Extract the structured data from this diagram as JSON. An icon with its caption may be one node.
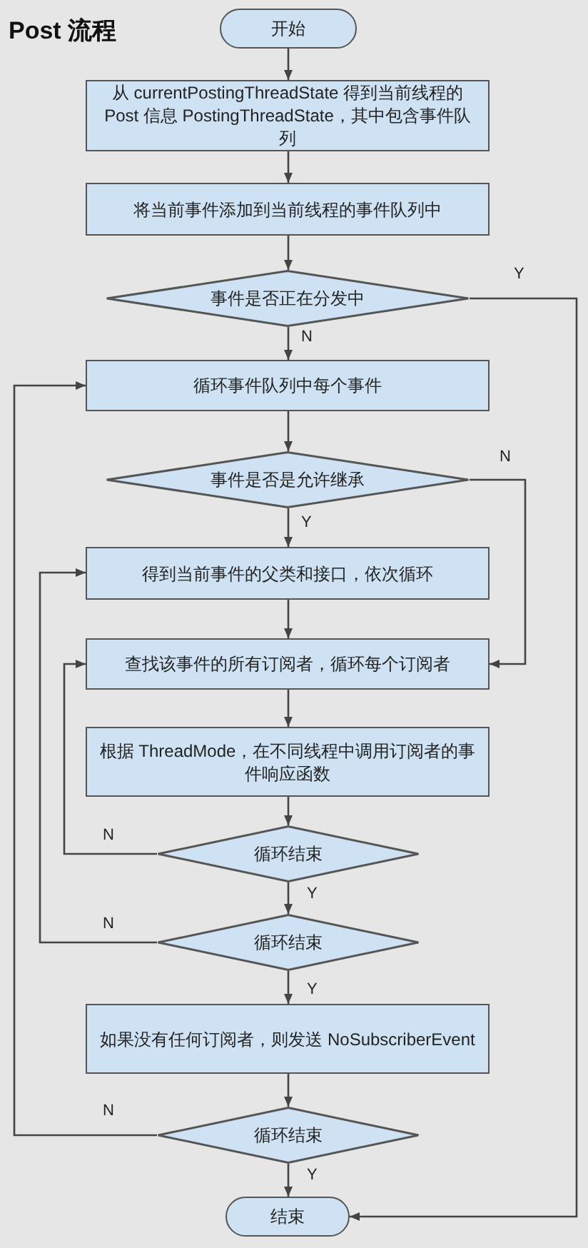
{
  "diagram": {
    "title": "Post 流程",
    "nodes": [
      {
        "text": [
          "开始"
        ]
      },
      {
        "text": [
          "从 currentPostingThreadState 得到当前线程的 Post 信息 PostingThreadState，其中包含事件队列"
        ]
      },
      {
        "text": [
          "将当前事件添加到当前线程的事件队列中"
        ]
      },
      {
        "text": [
          "事件是否正在分发中"
        ]
      },
      {
        "text": [
          "循环事件队列中每个事件"
        ]
      },
      {
        "text": [
          "事件是否是允许继承"
        ]
      },
      {
        "text": [
          "得到当前事件的父类和接口，依次循环"
        ]
      },
      {
        "text": [
          "查找该事件的所有订阅者，循环每个订阅者"
        ]
      },
      {
        "text": [
          "根据 ThreadMode，在不同线程中调用订阅者的事件响应函数"
        ]
      },
      {
        "text": [
          "循环结束"
        ]
      },
      {
        "text": [
          "循环结束"
        ]
      },
      {
        "text": [
          "如果没有任何订阅者，则发送 NoSubscriberEvent"
        ]
      },
      {
        "text": [
          "循环结束"
        ]
      },
      {
        "text": [
          "结束"
        ]
      }
    ],
    "edges": [
      {
        "from": 0,
        "to": 1,
        "arrow": "to"
      },
      {
        "from": 1,
        "to": 2,
        "arrow": "to"
      },
      {
        "from": 2,
        "to": 3,
        "arrow": "to"
      },
      {
        "from": 3,
        "to": 4,
        "arrow": "to",
        "label": "N"
      },
      {
        "from": 3,
        "to": 13,
        "arrow": "to",
        "label": "Y"
      },
      {
        "from": 4,
        "to": 5,
        "arrow": "to"
      },
      {
        "from": 5,
        "to": 6,
        "arrow": "to",
        "label": "Y"
      },
      {
        "from": 5,
        "to": 7,
        "arrow": "to",
        "label": "N"
      },
      {
        "from": 6,
        "to": 7,
        "arrow": "to"
      },
      {
        "from": 7,
        "to": 8,
        "arrow": "to"
      },
      {
        "from": 8,
        "to": 9,
        "arrow": "to"
      },
      {
        "from": 9,
        "to": 7,
        "arrow": "to",
        "label": "N"
      },
      {
        "from": 9,
        "to": 10,
        "arrow": "to",
        "label": "Y"
      },
      {
        "from": 10,
        "to": 6,
        "arrow": "to",
        "label": "N"
      },
      {
        "from": 10,
        "to": 11,
        "arrow": "to",
        "label": "Y"
      },
      {
        "from": 11,
        "to": 12,
        "arrow": "to"
      },
      {
        "from": 12,
        "to": 4,
        "arrow": "to",
        "label": "N"
      },
      {
        "from": 12,
        "to": 13,
        "arrow": "to",
        "label": "Y"
      }
    ]
  }
}
